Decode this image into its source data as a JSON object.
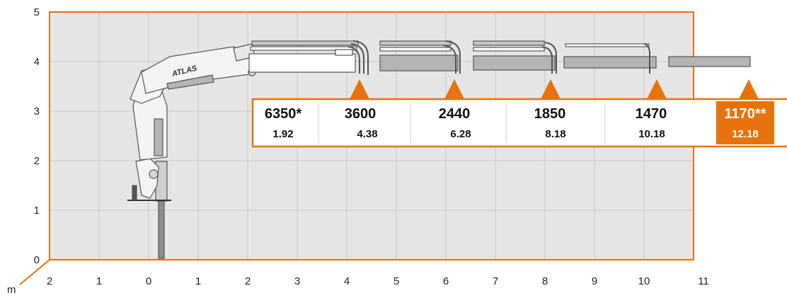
{
  "y_axis": {
    "ticks": [
      "0",
      "1",
      "2",
      "3",
      "4",
      "5"
    ]
  },
  "x_axis": {
    "unit": "m",
    "ticks": [
      "2",
      "1",
      "0",
      "1",
      "2",
      "3",
      "4",
      "5",
      "6",
      "7",
      "8",
      "9",
      "10",
      "11"
    ]
  },
  "crane": {
    "logo_text": "ATLAS"
  },
  "capacities": [
    {
      "load": "6350*",
      "radius": "1.92",
      "highlight": false
    },
    {
      "load": "3600",
      "radius": "4.38",
      "highlight": false
    },
    {
      "load": "2440",
      "radius": "6.28",
      "highlight": false
    },
    {
      "load": "1850",
      "radius": "8.18",
      "highlight": false
    },
    {
      "load": "1470",
      "radius": "10.18",
      "highlight": false
    },
    {
      "load": "1170**",
      "radius": "12.18",
      "highlight": true
    }
  ],
  "colors": {
    "accent": "#e8720c",
    "plot_bg": "#e6e6e6",
    "grid": "#c8c8c8",
    "boom_fill": "#b4b4b4",
    "boom_line": "#555555"
  }
}
